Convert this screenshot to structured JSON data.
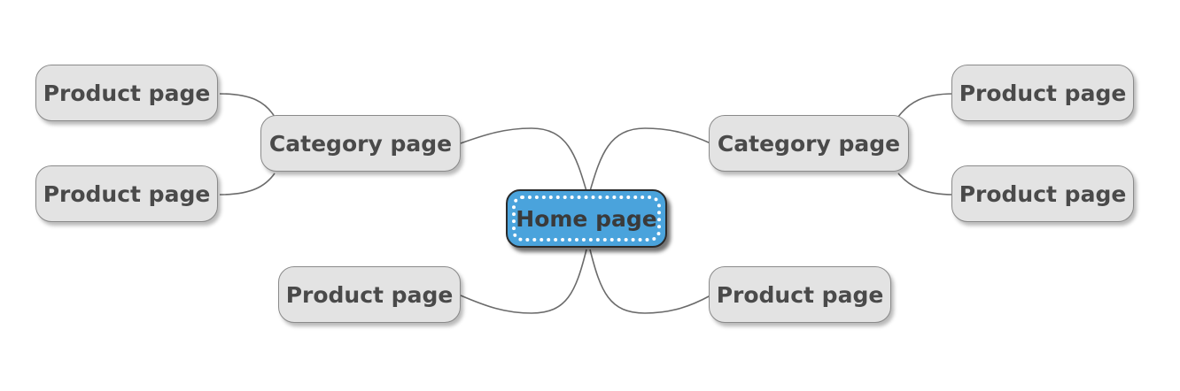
{
  "diagram": {
    "root": {
      "label": "Home page"
    },
    "categories": [
      {
        "label": "Category page",
        "children": [
          "Product page",
          "Product page"
        ]
      },
      {
        "label": "Category page",
        "children": [
          "Product page",
          "Product page"
        ]
      }
    ],
    "direct_children": [
      "Product page",
      "Product page"
    ]
  },
  "colors": {
    "root_fill": "#4aa3dc",
    "node_fill": "#e3e3e3",
    "connector": "#6b6b6b",
    "text": "#4a4a4a"
  }
}
